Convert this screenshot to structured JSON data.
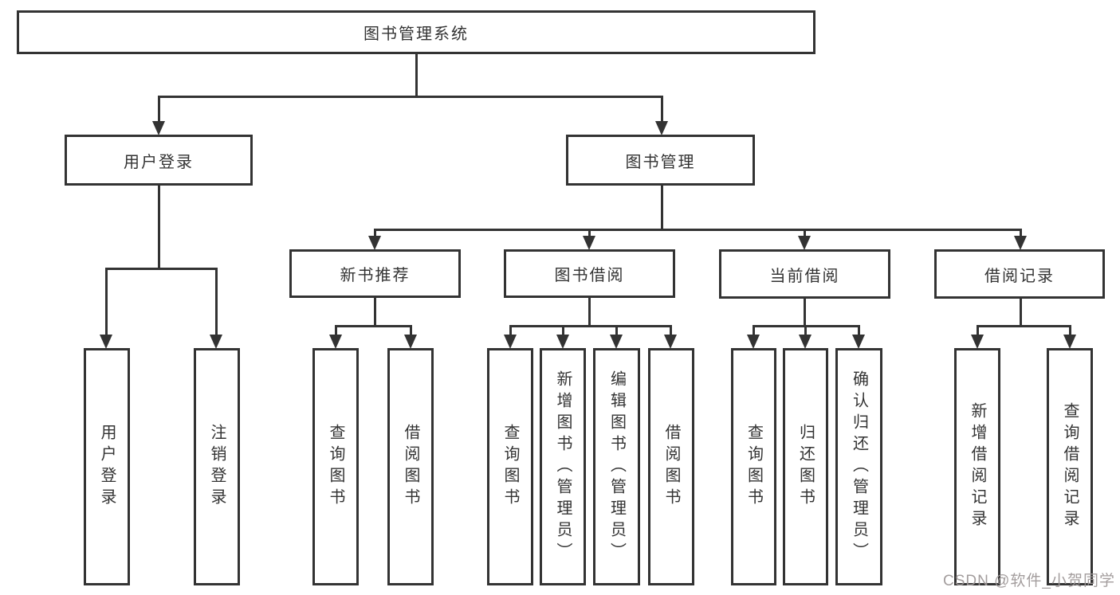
{
  "diagram": {
    "title": "图书管理系统",
    "colors": {
      "line": "#333333",
      "text": "#333333",
      "background": "#ffffff",
      "watermark": "#9e9898"
    },
    "tree": {
      "label": "图书管理系统",
      "children": [
        {
          "label": "用户登录",
          "children": [
            {
              "label": "用户登录"
            },
            {
              "label": "注销登录"
            }
          ]
        },
        {
          "label": "图书管理",
          "children": [
            {
              "label": "新书推荐",
              "children": [
                {
                  "label": "查询图书"
                },
                {
                  "label": "借阅图书"
                }
              ]
            },
            {
              "label": "图书借阅",
              "children": [
                {
                  "label": "查询图书"
                },
                {
                  "label": "新增图书（管理员）"
                },
                {
                  "label": "编辑图书（管理员）"
                },
                {
                  "label": "借阅图书"
                }
              ]
            },
            {
              "label": "当前借阅",
              "children": [
                {
                  "label": "查询图书"
                },
                {
                  "label": "归还图书"
                },
                {
                  "label": "确认归还（管理员）"
                }
              ]
            },
            {
              "label": "借阅记录",
              "children": [
                {
                  "label": "新增借阅记录"
                },
                {
                  "label": "查询借阅记录"
                }
              ]
            }
          ]
        }
      ]
    },
    "watermark": {
      "text": "CSDN @软件_小贺同学"
    }
  }
}
